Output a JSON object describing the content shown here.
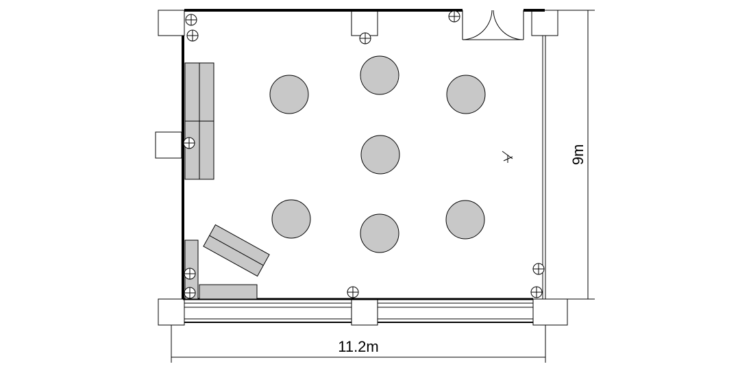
{
  "dimensions": {
    "width_label": "11.2m",
    "height_label": "9m"
  },
  "round_table_count": 7
}
